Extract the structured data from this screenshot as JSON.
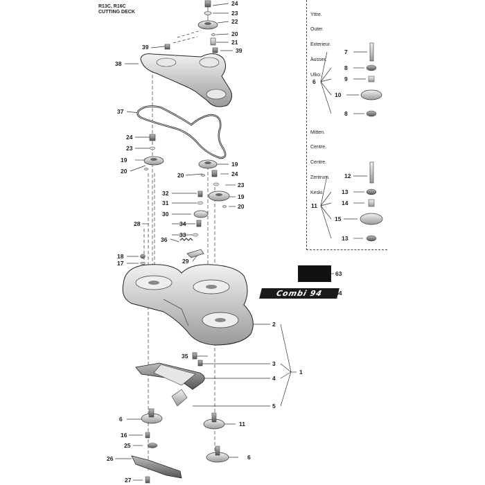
{
  "header": {
    "model_line": "R13C, R16C",
    "title_line": "CUTTING DECK"
  },
  "brand_label": "Combi 94",
  "outer_box": {
    "lines": [
      "Yttre.",
      "Outer.",
      "Exterieur.",
      "Äusser.",
      "Ulko."
    ]
  },
  "center_box": {
    "lines": [
      "Mitten.",
      "Centre.",
      "Centre.",
      "Zentrum.",
      "Keski."
    ]
  },
  "callouts": {
    "c1": "1",
    "c2": "2",
    "c3": "3",
    "c4": "4",
    "c5": "5",
    "c6a": "6",
    "c6b": "6",
    "c6c": "6",
    "c7": "7",
    "c8a": "8",
    "c8b": "8",
    "c9": "9",
    "c10": "10",
    "c11a": "11",
    "c11b": "11",
    "c12": "12",
    "c13a": "13",
    "c13b": "13",
    "c14": "14",
    "c15": "15",
    "c16": "16",
    "c17": "17",
    "c18": "18",
    "c19a": "19",
    "c19b": "19",
    "c19c": "19",
    "c20a": "20",
    "c20b": "20",
    "c20c": "20",
    "c20d": "20",
    "c21": "21",
    "c22": "22",
    "c23a": "23",
    "c23b": "23",
    "c23c": "23",
    "c24a": "24",
    "c24b": "24",
    "c24c": "24",
    "c25": "25",
    "c26": "26",
    "c27": "27",
    "c28": "28",
    "c29": "29",
    "c30": "30",
    "c31": "31",
    "c32": "32",
    "c33": "33",
    "c34": "34",
    "c35": "35",
    "c36": "36",
    "c37": "37",
    "c38": "38",
    "c39a": "39",
    "c39b": "39",
    "c63": "63",
    "c64": "64"
  }
}
